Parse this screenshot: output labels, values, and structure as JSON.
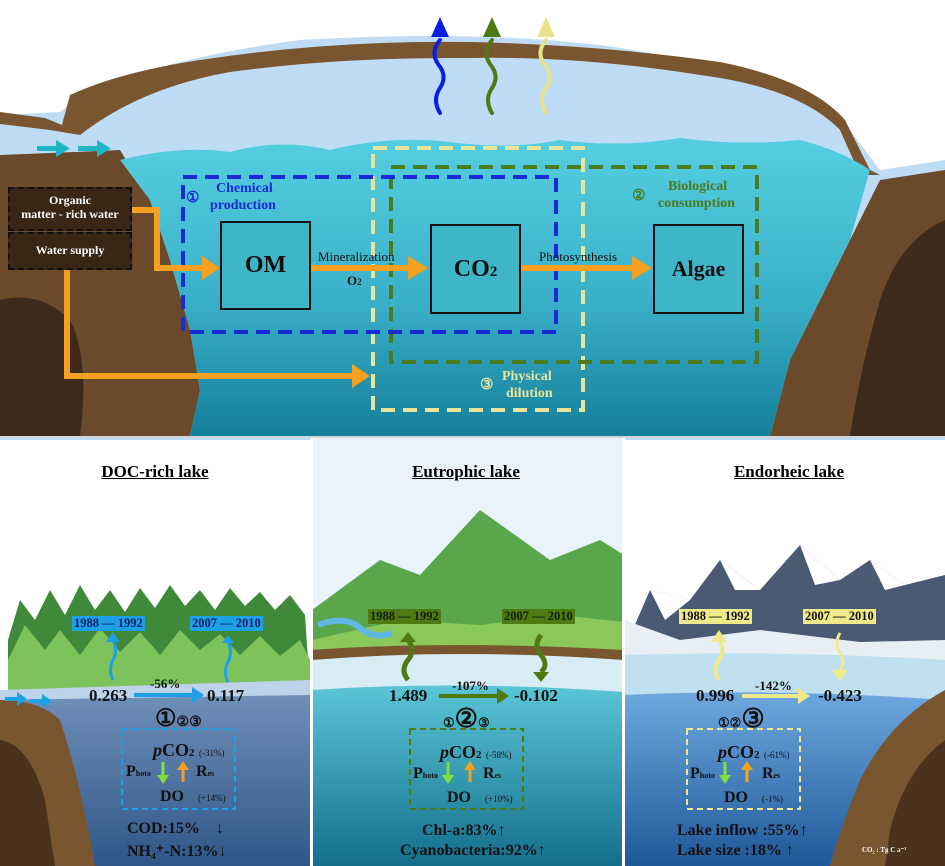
{
  "top_panel": {
    "sources": {
      "organic_water": "Organic matter - rich water",
      "organic_water_line1": "Organic",
      "organic_water_line2": "matter - rich water",
      "water_supply": "Water supply"
    },
    "nodes": {
      "om": "OM",
      "co2": "CO",
      "co2_sub": "2",
      "algae": "Algae"
    },
    "arrows": {
      "mineralization": "Mineralization",
      "o2": "O",
      "o2_sub": "2",
      "photosynthesis": "Photosynthesis"
    },
    "processes": [
      {
        "num": "①",
        "line1": "Chemical",
        "line2": "production",
        "color": "#1a2bd6"
      },
      {
        "num": "②",
        "line1": "Biological",
        "line2": "consumption",
        "color": "#4c7a1e"
      },
      {
        "num": "③",
        "line1": "Physical",
        "line2": "dilution",
        "color": "#e8e49a"
      }
    ],
    "emission_colors": [
      "#0b1fe0",
      "#4f7a12",
      "#e6e38c"
    ]
  },
  "lakes": [
    {
      "title": "DOC-rich lake",
      "period1": "1988 — 1992",
      "period2": "2007 — 2010",
      "value1": "0.263",
      "value2": "0.117",
      "change": "-56%",
      "circled": [
        "①",
        "②",
        "③"
      ],
      "dominant": 0,
      "pco2_label": "CO",
      "pco2_sub": "2",
      "pco2_change": "(-31%)",
      "photo_label": "P",
      "photo_sub": "hoto",
      "res_label": "R",
      "res_sub": "es",
      "do_label": "DO",
      "do_change": "(+14%)",
      "indicators": [
        {
          "text": "COD:15%",
          "arrow": "↓"
        },
        {
          "text": "NH₄⁺-N:13%",
          "arrow": "↓"
        }
      ],
      "color": "#1ea0e6"
    },
    {
      "title": "Eutrophic lake",
      "period1": "1988 — 1992",
      "period2": "2007 — 2010",
      "value1": "1.489",
      "value2": "-0.102",
      "change": "-107%",
      "circled": [
        "①",
        "②",
        "③"
      ],
      "dominant": 1,
      "pco2_label": "CO",
      "pco2_sub": "2",
      "pco2_change": "(-58%)",
      "photo_label": "P",
      "photo_sub": "hoto",
      "res_label": "R",
      "res_sub": "es",
      "do_label": "DO",
      "do_change": "(+10%)",
      "indicators": [
        {
          "text": "Chl-a:83%",
          "arrow": "↑"
        },
        {
          "text": "Cyanobacteria:92%",
          "arrow": "↑"
        }
      ],
      "color": "#4f7a12"
    },
    {
      "title": "Endorheic lake",
      "period1": "1988 — 1992",
      "period2": "2007 — 2010",
      "value1": "0.996",
      "value2": "-0.423",
      "change": "-142%",
      "circled": [
        "①",
        "②",
        "③"
      ],
      "dominant": 2,
      "pco2_label": "CO",
      "pco2_sub": "2",
      "pco2_change": "(-61%)",
      "photo_label": "P",
      "photo_sub": "hoto",
      "res_label": "R",
      "res_sub": "es",
      "do_label": "DO",
      "do_change": "(-1%)",
      "indicators": [
        {
          "text": "Lake inflow :55%",
          "arrow": "↑"
        },
        {
          "text": "Lake size :18%",
          "arrow": "↑"
        }
      ],
      "color": "#efe98a"
    }
  ],
  "unit_note": "CO₂ : Tg C a⁻¹"
}
